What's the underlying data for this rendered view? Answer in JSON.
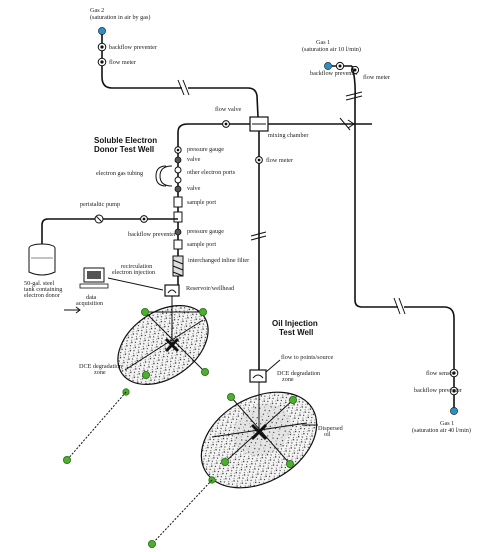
{
  "labels": {
    "gas2": "Gas 2",
    "gas2_sub": "(saturation in air by gas)",
    "backflow_preventer_1": "backflow preventer",
    "flow_meter_1": "flow meter",
    "gas1_top": "Gas 1",
    "gas1_top_sub": "(saturation air 10 l/min)",
    "backflow_preventer_2": "backflow preventer",
    "flow_meter_2": "flow meter",
    "flow_meter_3": "flow meter",
    "flow_valve": "flow valve",
    "mixing_chamber": "mixing chamber",
    "soluble_title_1": "Soluble Electron",
    "soluble_title_2": "Donor Test Well",
    "pressure_gauge_1": "pressure gauge",
    "valve_1": "valve",
    "electron_gas_tubing": "electron gas tubing",
    "other_electron_ports": "other electron ports",
    "valve_2": "valve",
    "sample_port_1": "sample port",
    "peristaltic_pump": "peristaltic pump",
    "backflow_preventer_3": "backflow preventer",
    "pressure_gauge_2": "pressure gauge",
    "sample_port_2": "sample port",
    "interchange_line": "interchanged inline filter",
    "recirculation_1": "recirculation",
    "recirculation_2": "electron injection",
    "wellhead": "Reservoir/wellhead",
    "tank_1": "50-gal. steel",
    "tank_2": "tank containing",
    "tank_3": "electron donor",
    "data_acq_1": "data",
    "data_acq_2": "acquisition",
    "oil_title_1": "Oil Injection",
    "oil_title_2": "Test Well",
    "flow_to_points": "flow to points/source",
    "dce_zone_1": "DCE degradation",
    "dce_zone_1b": "zone",
    "dce_zone_2": "DCE degradation",
    "dce_zone_2b": "zone",
    "dispersed_oil_1": "Dispersed",
    "dispersed_oil_2": "oil",
    "flow_sensor": "flow sensor",
    "backflow_preventer_4": "backflow preventer",
    "gas1_bottom": "Gas 1",
    "gas1_bottom_sub": "(saturation air 40 l/min)"
  },
  "colors": {
    "gas_marker": "#2a8fc8",
    "monitor_well": "#4caf2e",
    "line": "#111111",
    "zone_fill": "#dddddd"
  }
}
